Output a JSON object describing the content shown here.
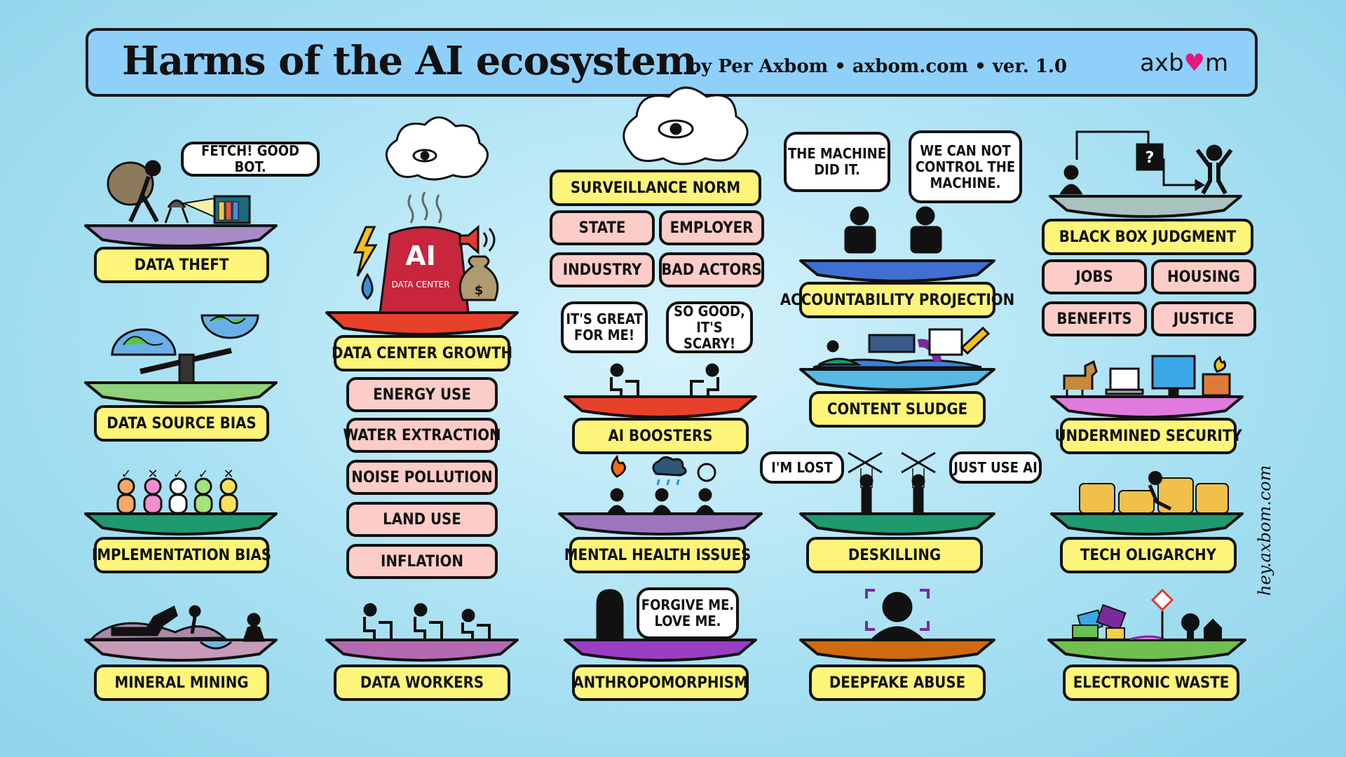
{
  "header": {
    "title": "Harms of the AI ecosystem",
    "byline": "by Per Axbom • axbom.com • ver. 1.0",
    "logo_pre": "axb",
    "logo_heart": "♥",
    "logo_post": "m"
  },
  "signature": "hey.axbom.com",
  "col1": {
    "data_theft": {
      "label": "Data theft",
      "bubble": "Fetch! Good bot."
    },
    "data_source_bias": {
      "label": "Data source bias"
    },
    "implementation_bias": {
      "label": "Implementation bias",
      "marks": [
        "✓",
        "✕",
        "✓",
        "✓",
        "✕"
      ]
    },
    "mineral_mining": {
      "label": "Mineral mining"
    }
  },
  "col2": {
    "data_center_growth": {
      "label": "Data center growth",
      "ai_text": "AI",
      "building_text": "DATA CENTER"
    },
    "subs": [
      "Energy use",
      "Water extraction",
      "Noise pollution",
      "Land use",
      "Inflation"
    ],
    "data_workers": {
      "label": "Data workers"
    }
  },
  "col3": {
    "surveillance": {
      "label": "Surveillance norm",
      "subs": [
        "State",
        "Employer",
        "Industry",
        "Bad actors"
      ]
    },
    "ai_boosters": {
      "label": "AI boosters",
      "bubble_left": "It's great\nfor me!",
      "bubble_right": "So good,\nit's scary!"
    },
    "mental_health": {
      "label": "Mental health issues"
    },
    "anthropomorphism": {
      "label": "Anthropomorphism",
      "bubble": "Forgive me.\nLove me."
    }
  },
  "col4": {
    "accountability": {
      "label": "Accountability projection",
      "bubble_left": "The machine\ndid it.",
      "bubble_right": "We can not\ncontrol the\nmachine."
    },
    "content_sludge": {
      "label": "Content sludge"
    },
    "deskilling": {
      "label": "Deskilling",
      "bubble_left": "I'm lost",
      "bubble_right": "Just use AI"
    },
    "deepfake": {
      "label": "Deepfake abuse"
    }
  },
  "col5": {
    "black_box": {
      "label": "Black box judgment",
      "subs": [
        "Jobs",
        "Housing",
        "Benefits",
        "Justice"
      ],
      "question": "?"
    },
    "undermined_security": {
      "label": "Undermined security"
    },
    "tech_oligarchy": {
      "label": "Tech oligarchy"
    },
    "electronic_waste": {
      "label": "Electronic waste"
    }
  },
  "colors": {
    "background": "#a9e1f3",
    "header": "#8fd0fa",
    "pill_main": "#fdf57a",
    "pill_sub": "#fccdc8",
    "outline": "#111111"
  }
}
